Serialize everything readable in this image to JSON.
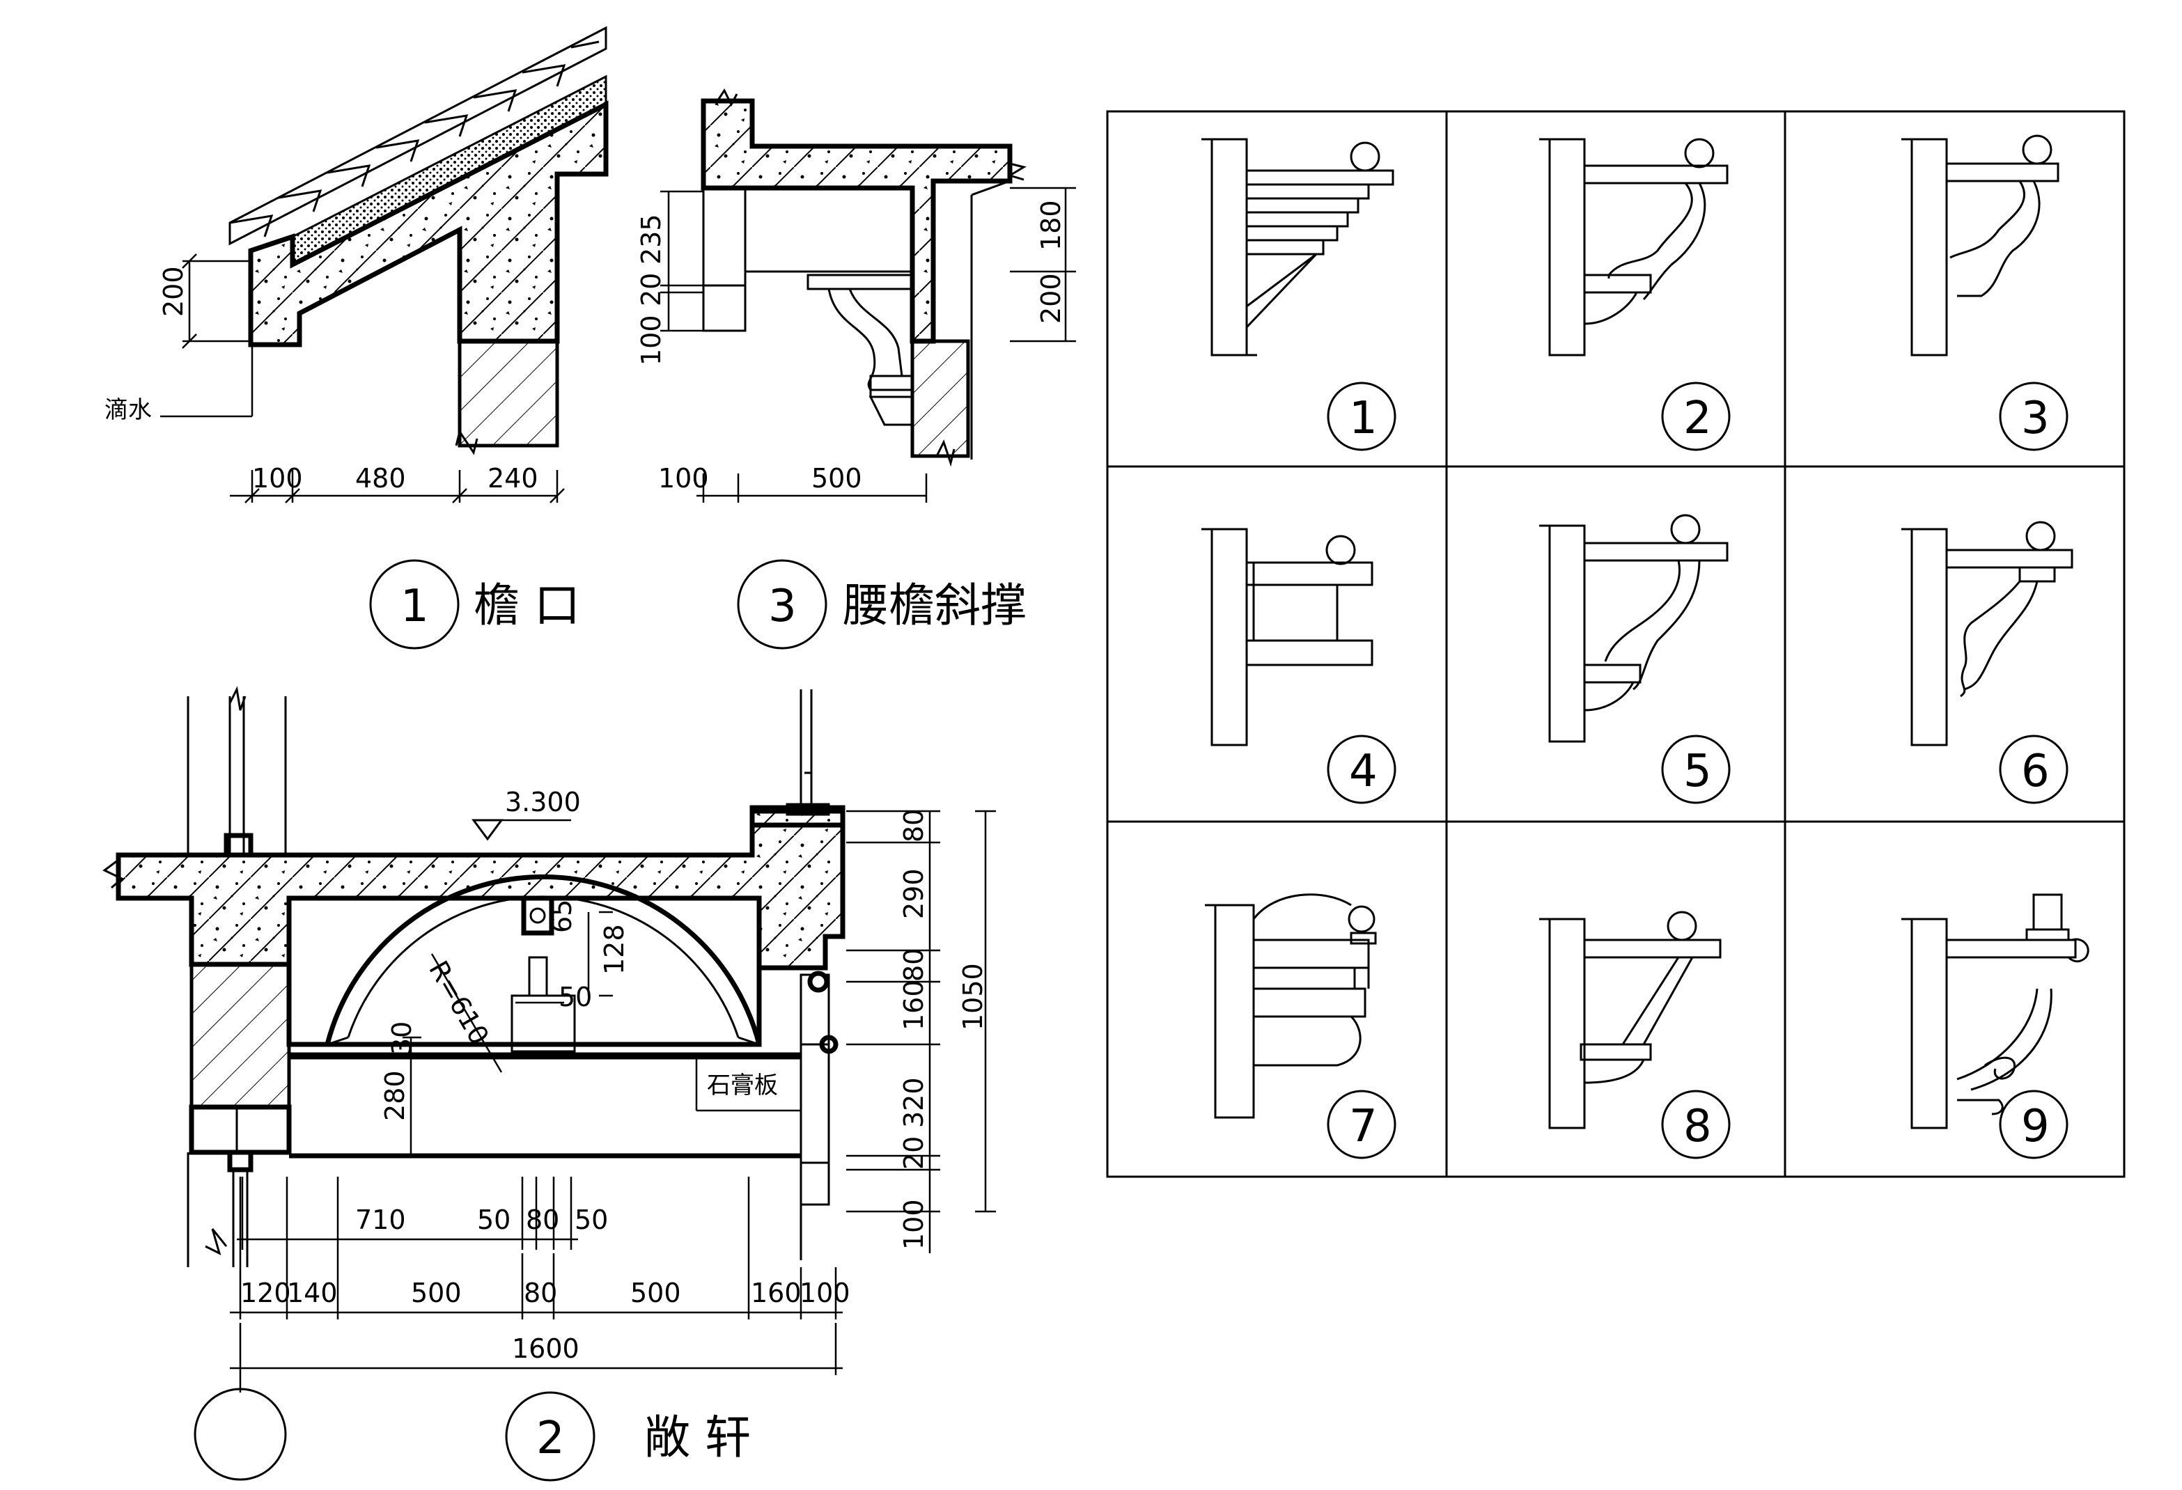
{
  "detail1": {
    "number": "1",
    "title": "檐 口",
    "dims_bottom": [
      "100",
      "480",
      "240"
    ],
    "dim_left": "200",
    "drip_label": "滴水"
  },
  "detail3": {
    "number": "3",
    "title": "腰檐斜撑",
    "dims_bottom": [
      "100",
      "500"
    ],
    "dims_left": [
      "235",
      "20",
      "100"
    ],
    "dims_right": [
      "180",
      "200"
    ]
  },
  "detail2": {
    "number": "2",
    "title": "敞 轩",
    "level": "3.300",
    "radius": "R=610",
    "dim_65": "65",
    "dim_128": "128",
    "dim_50": "50",
    "dim_280": "280",
    "dim_30": "30",
    "gypsum_label": "石膏板",
    "dims_upper": [
      "710",
      "50",
      "80",
      "50"
    ],
    "dims_lower": [
      "120",
      "140",
      "500",
      "80",
      "500",
      "160",
      "100"
    ],
    "dim_total": "1600",
    "dims_right": [
      "80",
      "290",
      "80",
      "160",
      "20",
      "320",
      "100"
    ],
    "dim_right_total": "1050"
  },
  "bracket_grid": {
    "labels": [
      "1",
      "2",
      "3",
      "4",
      "5",
      "6",
      "7",
      "8",
      "9"
    ]
  }
}
